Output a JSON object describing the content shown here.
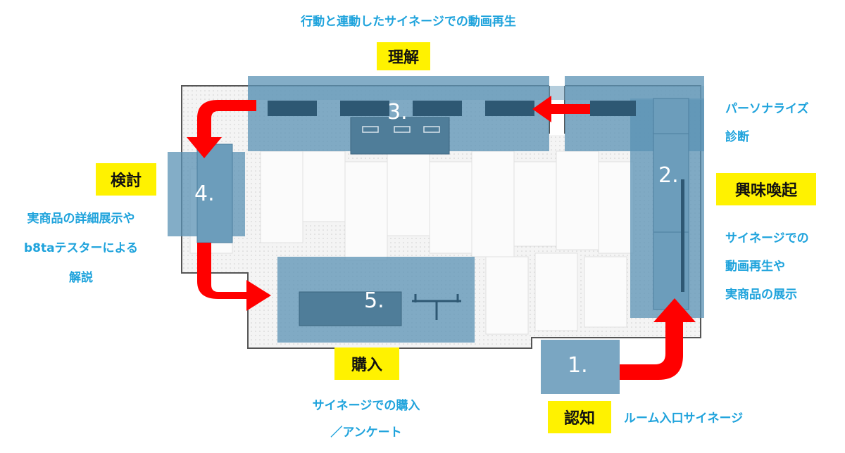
{
  "colors": {
    "zone": "#5a91b4",
    "arrow": "#ff0000",
    "tag_bg": "#fff200",
    "label_text": "#1fa3dc",
    "shelf": "#2e5873"
  },
  "stages": [
    {
      "number": "1.",
      "tag": "認知",
      "description": [
        "ルーム入口サイネージ"
      ]
    },
    {
      "number": "2.",
      "tag": "興味喚起",
      "description": [
        "サイネージでの",
        "動画再生や",
        "実商品の展示"
      ]
    },
    {
      "number": "3.",
      "tag": "理解",
      "description": [
        "行動と連動したサイネージでの動画再生"
      ]
    },
    {
      "number": "4.",
      "tag": "検討",
      "description": [
        "実商品の詳細展示や",
        "b8taテスターによる",
        "解説"
      ]
    },
    {
      "number": "5.",
      "tag": "購入",
      "description": [
        "サイネージでの購入",
        "／アンケート"
      ]
    }
  ],
  "extra_notes": {
    "personalize": [
      "パーソナライズ",
      "診断"
    ]
  }
}
